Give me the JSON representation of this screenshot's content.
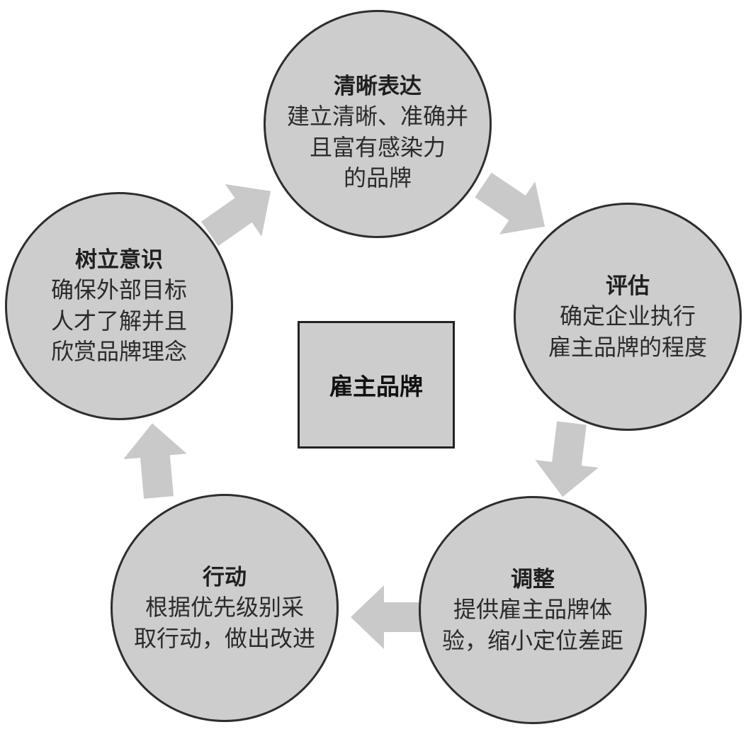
{
  "diagram": {
    "center_label": "雇主品牌",
    "nodes": [
      {
        "id": "articulate",
        "title": "清晰表达",
        "body": "建立清晰、准确并\n且富有感染力\n的品牌"
      },
      {
        "id": "evaluate",
        "title": "评估",
        "body": "确定企业执行\n雇主品牌的程度"
      },
      {
        "id": "adjust",
        "title": "调整",
        "body": "提供雇主品牌体\n验，缩小定位差距"
      },
      {
        "id": "act",
        "title": "行动",
        "body": "根据优先级别采\n取行动，做出改进"
      },
      {
        "id": "awareness",
        "title": "树立意识",
        "body": "确保外部目标\n人才了解并且\n欣赏品牌理念"
      }
    ],
    "arrows": [
      {
        "from": "awareness",
        "to": "articulate",
        "direction": "up-right"
      },
      {
        "from": "articulate",
        "to": "evaluate",
        "direction": "down-right"
      },
      {
        "from": "evaluate",
        "to": "adjust",
        "direction": "down"
      },
      {
        "from": "adjust",
        "to": "act",
        "direction": "left"
      },
      {
        "from": "act",
        "to": "awareness",
        "direction": "up"
      }
    ],
    "colors": {
      "background": "#ffffff",
      "node_fill": "#cdcdcd",
      "node_border": "#2e2e2e",
      "arrow_fill": "#c9c9c9",
      "text": "#1f1f1f"
    }
  }
}
